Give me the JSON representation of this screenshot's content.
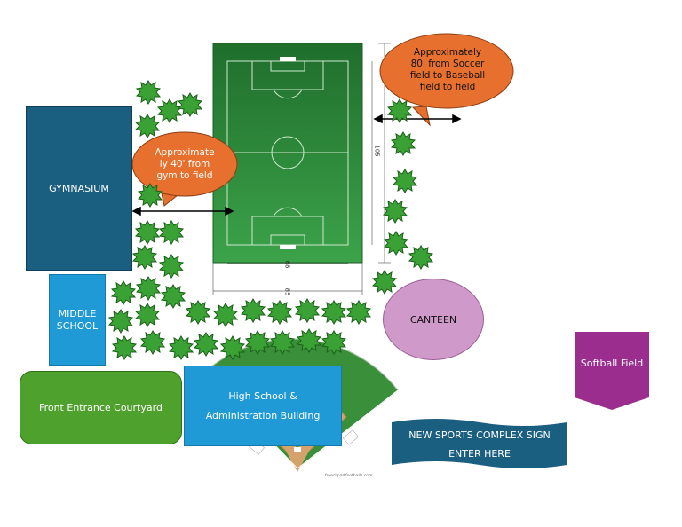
{
  "map": {
    "buildings": {
      "gymnasium": "GYMNASIUM",
      "middle_school": "MIDDLE\nSCHOOL",
      "courtyard": "Front Entrance Courtyard",
      "high_school_line1": "High School &",
      "high_school_line2": "Administration Building",
      "canteen": "CANTEEN",
      "softball": "Softball Field"
    },
    "sign": {
      "line1": "NEW SPORTS COMPLEX SIGN",
      "line2": "ENTER HERE"
    },
    "callouts": {
      "soccer_to_baseball": "Approximately\n80' from Soccer\nfield to Baseball\nfield to field",
      "gym_to_field": "Approximate\nly 40' from\ngym to field"
    },
    "field_dimensions": {
      "length": "105",
      "width_inner": "68",
      "width_outer": "85"
    },
    "credit": "freeclipartfootballs.com"
  },
  "colors": {
    "gymnasium": "#1a5e80",
    "middle_school": "#1f9ad6",
    "courtyard": "#4fa12e",
    "high_school": "#1f9ad6",
    "canteen": "#cf9ac9",
    "softball": "#9b2d8e",
    "sign": "#1a5e80",
    "callout": "#e8702e",
    "soccer_field": "#2e8b3a",
    "trees": "#3aa135"
  }
}
